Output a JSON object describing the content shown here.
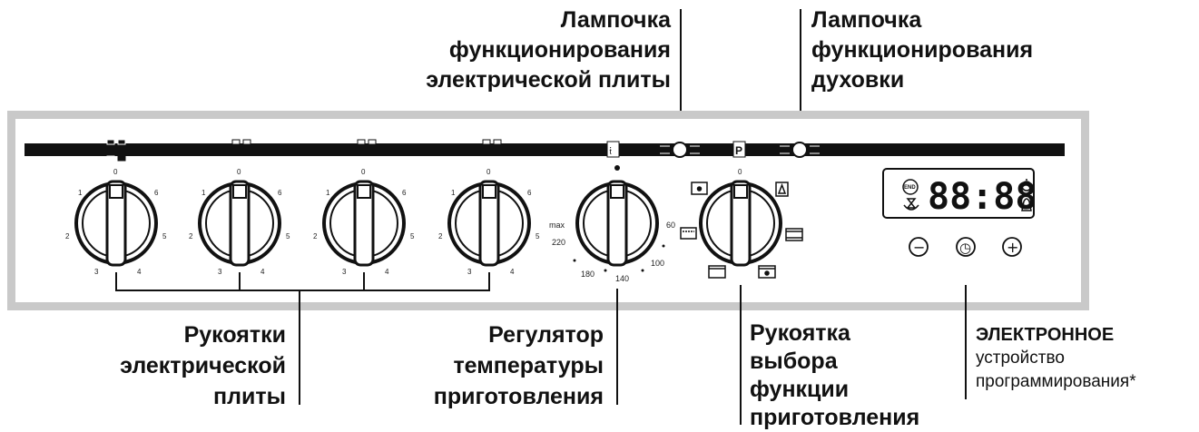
{
  "labels": {
    "hob_lamp": [
      "Лампочка",
      "функционирования",
      "электрической плиты"
    ],
    "oven_lamp": [
      "Лампочка",
      "функционирования",
      "духовки"
    ],
    "hob_knobs": [
      "Рукоятки",
      "электрической",
      "плиты"
    ],
    "temperature": [
      "Регулятор",
      "температуры",
      "приготовления"
    ],
    "function_selector": [
      "Рукоятка",
      "выбора",
      "функции",
      "приготовления"
    ],
    "programmer_head": "ЭЛЕКТРОННОЕ",
    "programmer": [
      "устройство",
      "программирования*"
    ]
  },
  "hob_knob_ticks": [
    "0",
    "1",
    "2",
    "3",
    "4",
    "5",
    "6"
  ],
  "thermostat_ticks": [
    "max",
    "220",
    "180",
    "140",
    "100",
    "60"
  ],
  "selector_tick": "0",
  "indicator_symbols": {
    "thermo": "𝔦",
    "programme": "P"
  },
  "display": {
    "digits": "88:88",
    "end": "END"
  },
  "buttons": {
    "minus": "−",
    "clock": "◷",
    "plus": "+"
  }
}
